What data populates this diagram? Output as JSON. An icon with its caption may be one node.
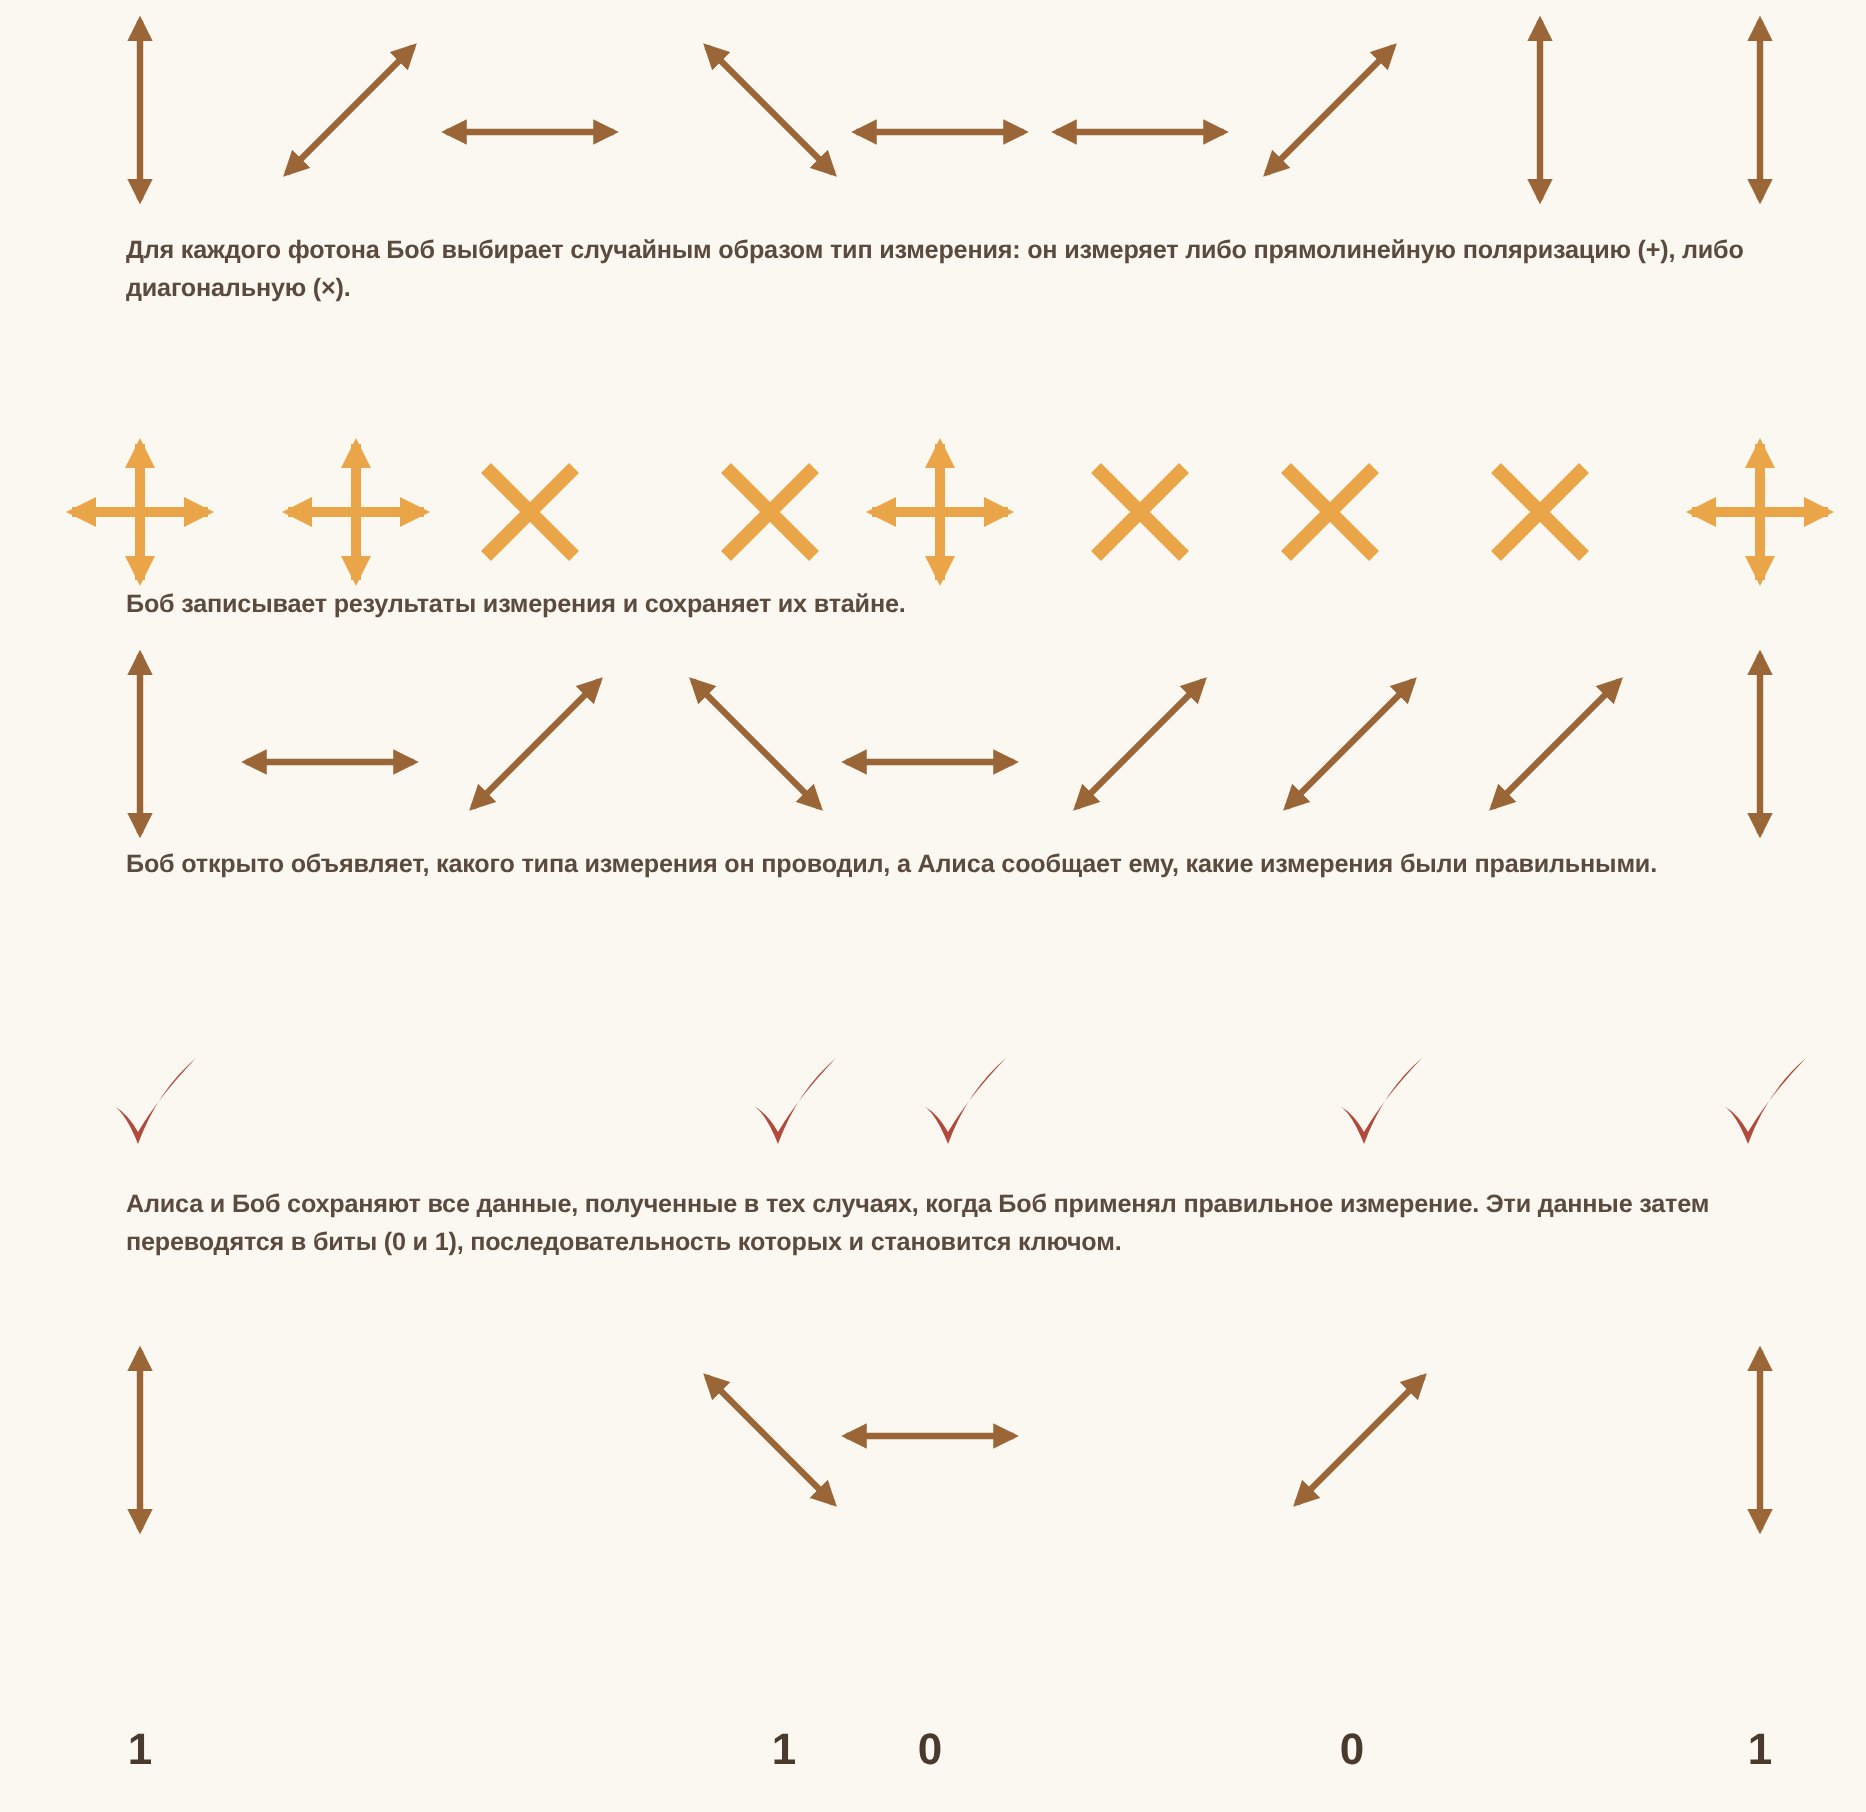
{
  "diagram": {
    "labels": [
      "Для каждого фотона Боб выбирает случайным образом тип измерения: он измеряет либо прямолинейную поляризацию (+), либо диагональную (×).",
      "Боб записывает результаты измерения и сохраняет их втайне.",
      "Боб открыто объявляет, какого типа измерения он проводил, а Алиса сообщает ему, какие измерения были правильными.",
      "Алиса и Боб сохраняют все данные, полученные в тех случаях, когда Боб применял правильное измерение. Эти данные затем переводятся в биты (0 и 1), последовательность которых и становится ключом.",
      "1",
      "1",
      "0",
      "0",
      "1"
    ]
  }
}
